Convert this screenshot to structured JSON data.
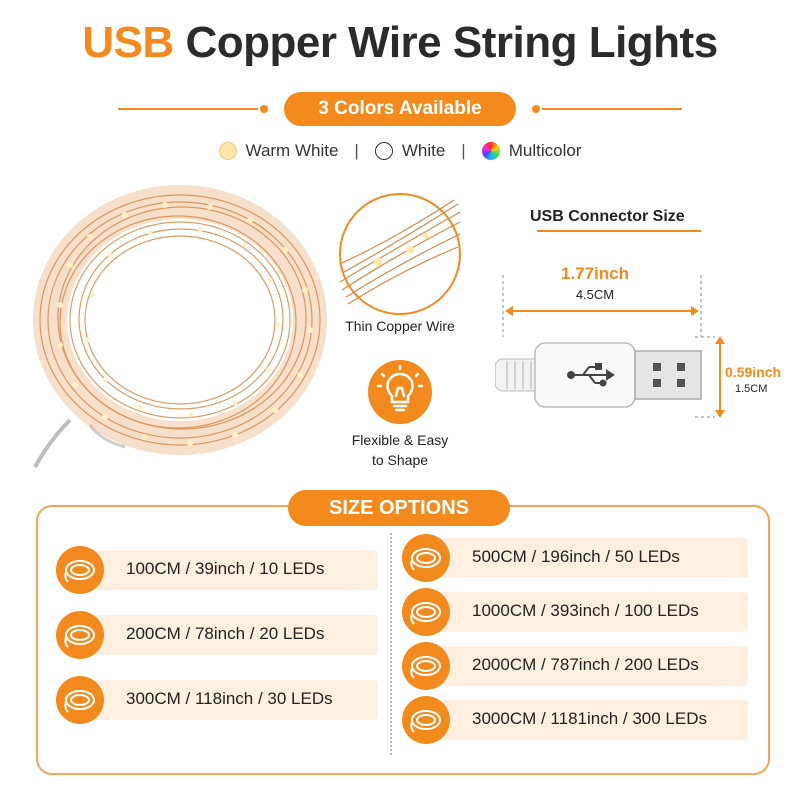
{
  "header": {
    "title_highlight": "USB",
    "title_rest": "Copper Wire String Lights",
    "colors_label": "3 Colors Available"
  },
  "colors": [
    {
      "label": "Warm White",
      "swatch": "#fde6a8"
    },
    {
      "label": "White",
      "swatch": "#ffffff"
    },
    {
      "label": "Multicolor",
      "swatch": "conic"
    }
  ],
  "features": {
    "thin_wire": "Thin Copper Wire",
    "flexible_line1": "Flexible & Easy",
    "flexible_line2": "to Shape"
  },
  "usb": {
    "title": "USB Connector Size",
    "length_in": "1.77inch",
    "length_cm": "4.5CM",
    "height_in": "0.59inch",
    "height_cm": "1.5CM"
  },
  "sizes": {
    "title": "SIZE OPTIONS",
    "left": [
      "100CM / 39inch / 10 LEDs",
      "200CM / 78inch / 20 LEDs",
      "300CM / 118inch / 30 LEDs"
    ],
    "right": [
      "500CM / 196inch / 50 LEDs",
      "1000CM / 393inch / 100 LEDs",
      "2000CM / 787inch / 200 LEDs",
      "3000CM / 1181inch / 300 LEDs"
    ]
  },
  "theme": {
    "accent": "#f28a1e",
    "option_bg": "#fdf0e1"
  }
}
